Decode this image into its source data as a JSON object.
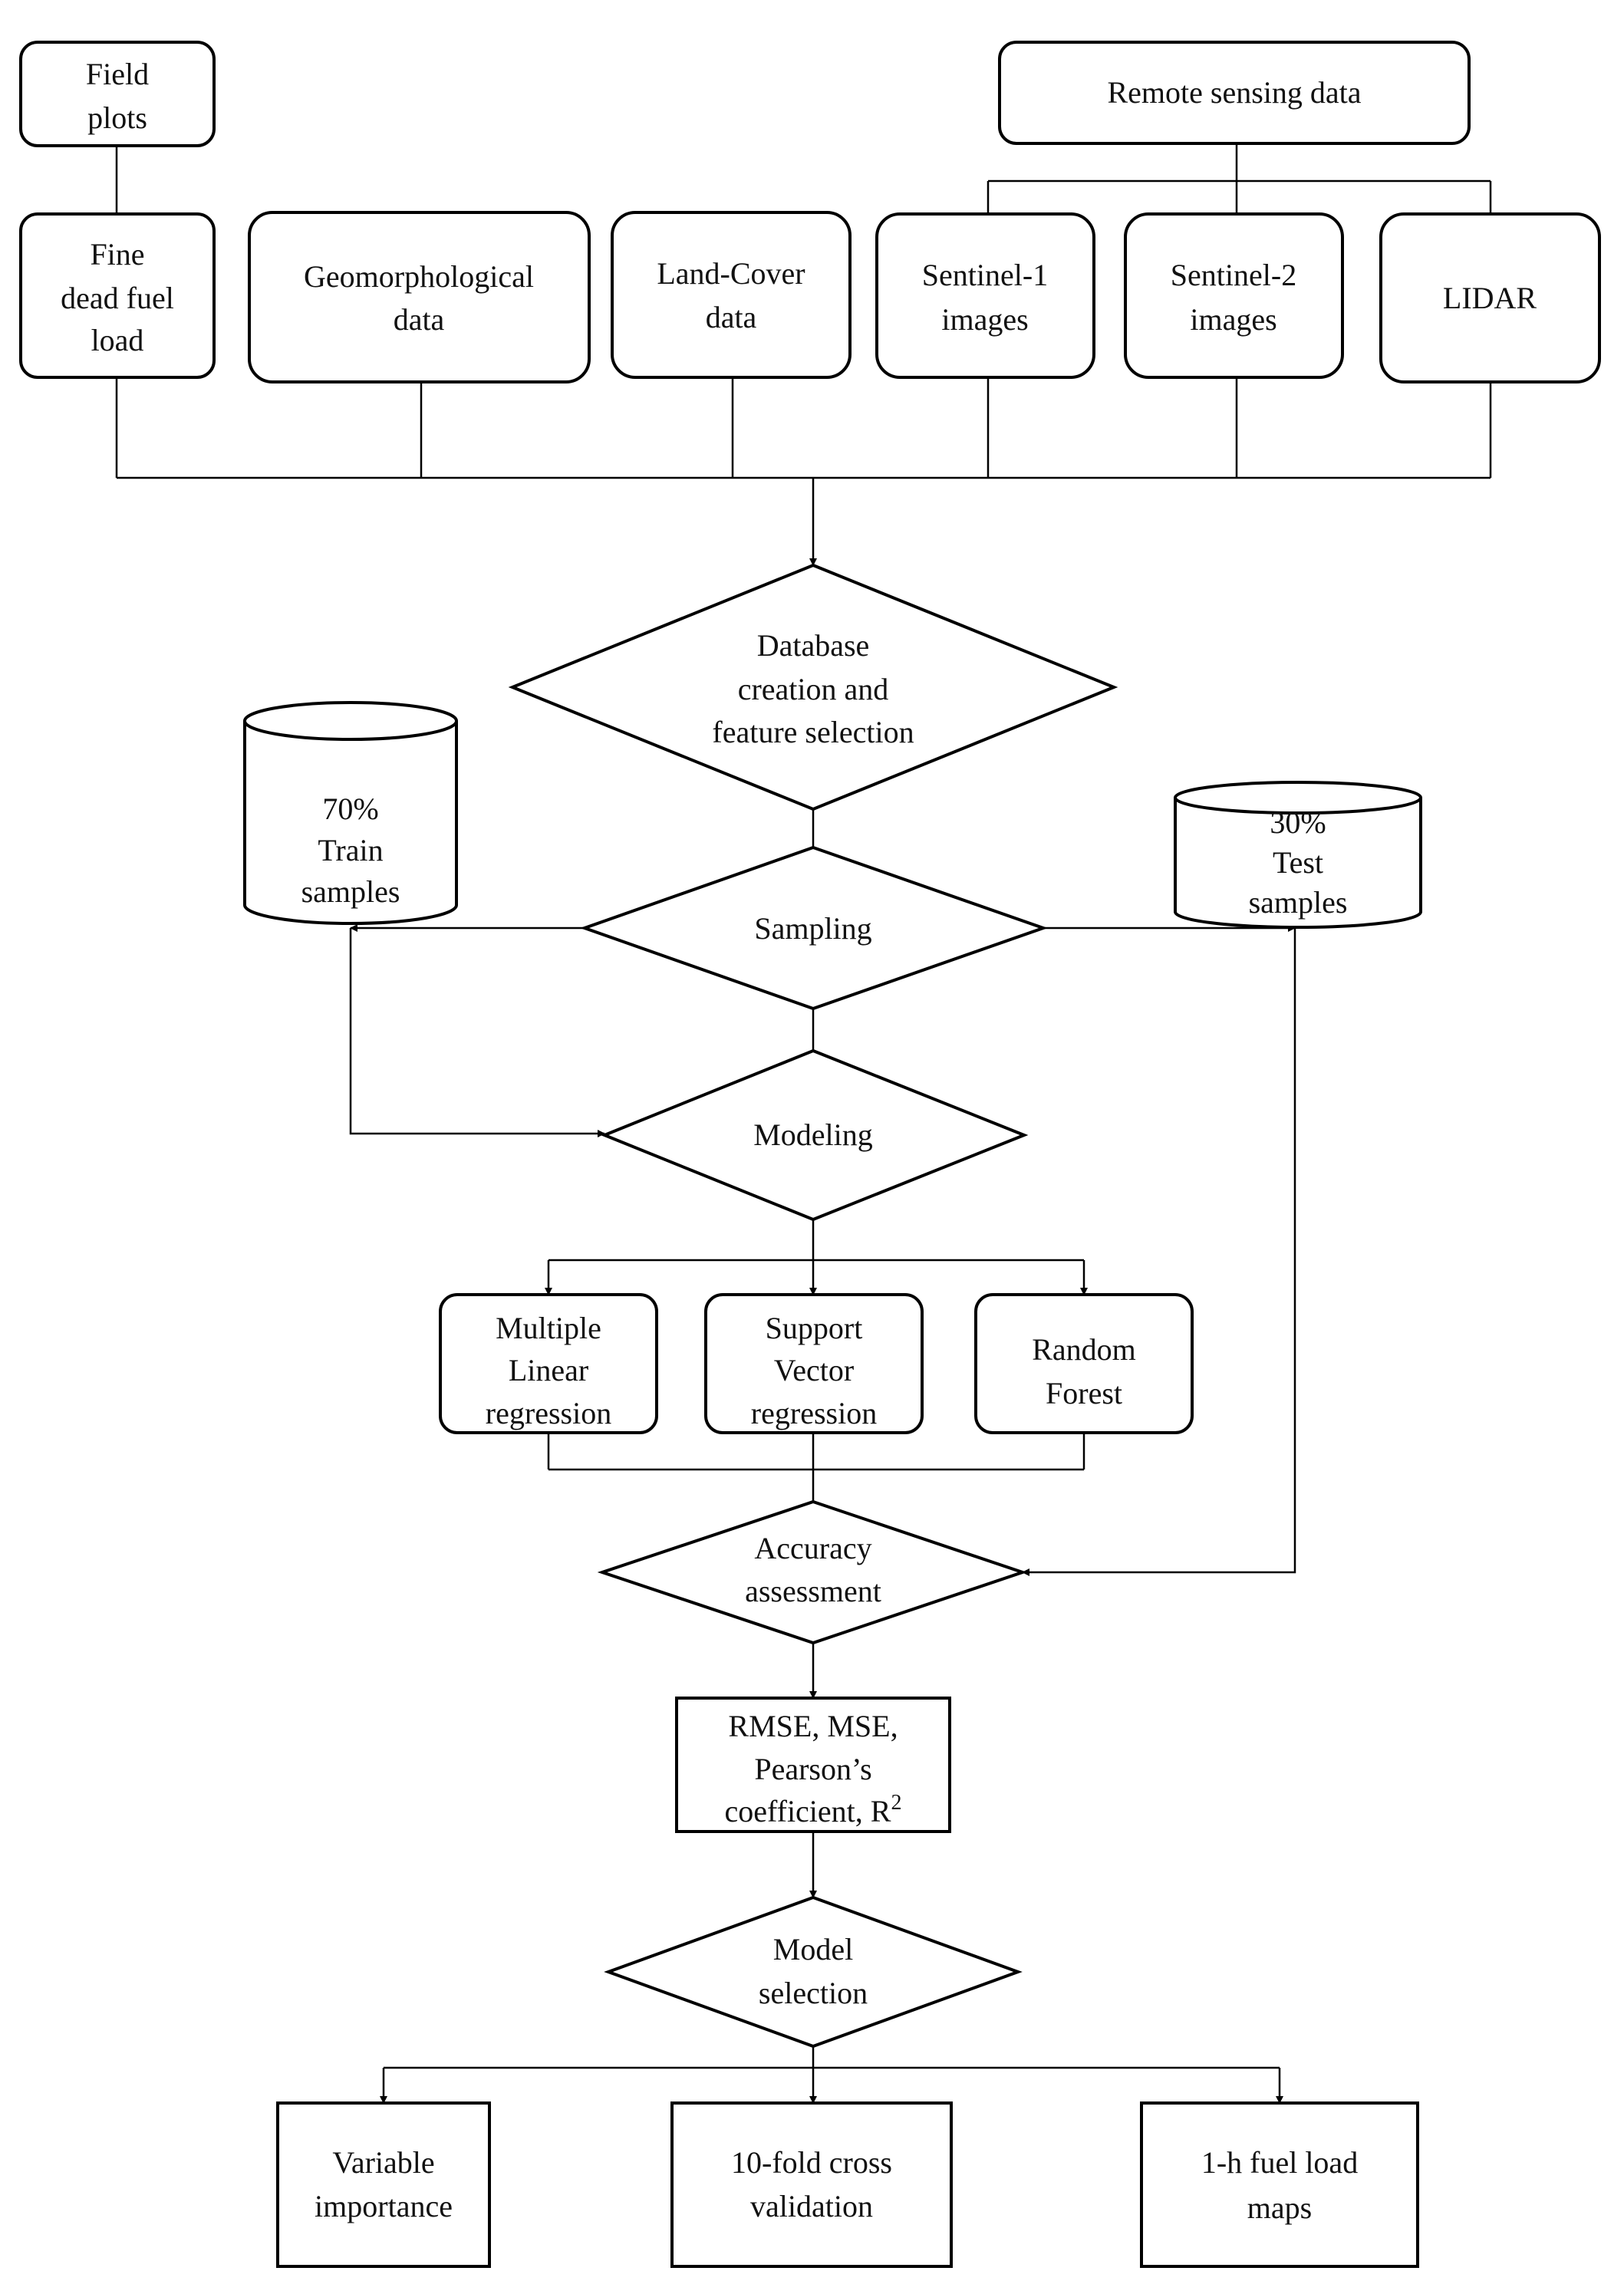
{
  "nodes": {
    "field_plots": [
      "Field",
      "plots"
    ],
    "remote_sensing": [
      "Remote  sensing  data"
    ],
    "fine_dead_fuel": [
      "Fine",
      "dead fuel",
      "load"
    ],
    "geomorphological": [
      "Geomorphological",
      "data"
    ],
    "land_cover": [
      "Land-Cover",
      "data"
    ],
    "sentinel1": [
      "Sentinel-1",
      "images"
    ],
    "sentinel2": [
      "Sentinel-2",
      "images"
    ],
    "lidar": [
      "LIDAR"
    ],
    "database": [
      "Database",
      "creation  and",
      "feature  selection"
    ],
    "train": [
      "70%",
      "Train",
      "samples"
    ],
    "test": [
      "30%",
      "Test",
      "samples"
    ],
    "sampling": [
      "Sampling"
    ],
    "modeling": [
      "Modeling"
    ],
    "mlr": [
      "Multiple",
      "Linear",
      "regression"
    ],
    "svr": [
      "Support",
      "Vector",
      "regression"
    ],
    "rf": [
      "Random",
      "Forest"
    ],
    "accuracy": [
      "Accuracy",
      "assessment"
    ],
    "metrics": [
      "RMSE,  MSE,",
      "Pearson’s",
      "coefficient,  R"
    ],
    "metrics_superscript": "2",
    "model_selection": [
      "Model",
      "selection"
    ],
    "variable_importance": [
      "Variable",
      "importance"
    ],
    "cross_validation": [
      "10-fold  cross",
      "validation"
    ],
    "fuel_maps": [
      "1-h fuel  load",
      "maps"
    ]
  }
}
